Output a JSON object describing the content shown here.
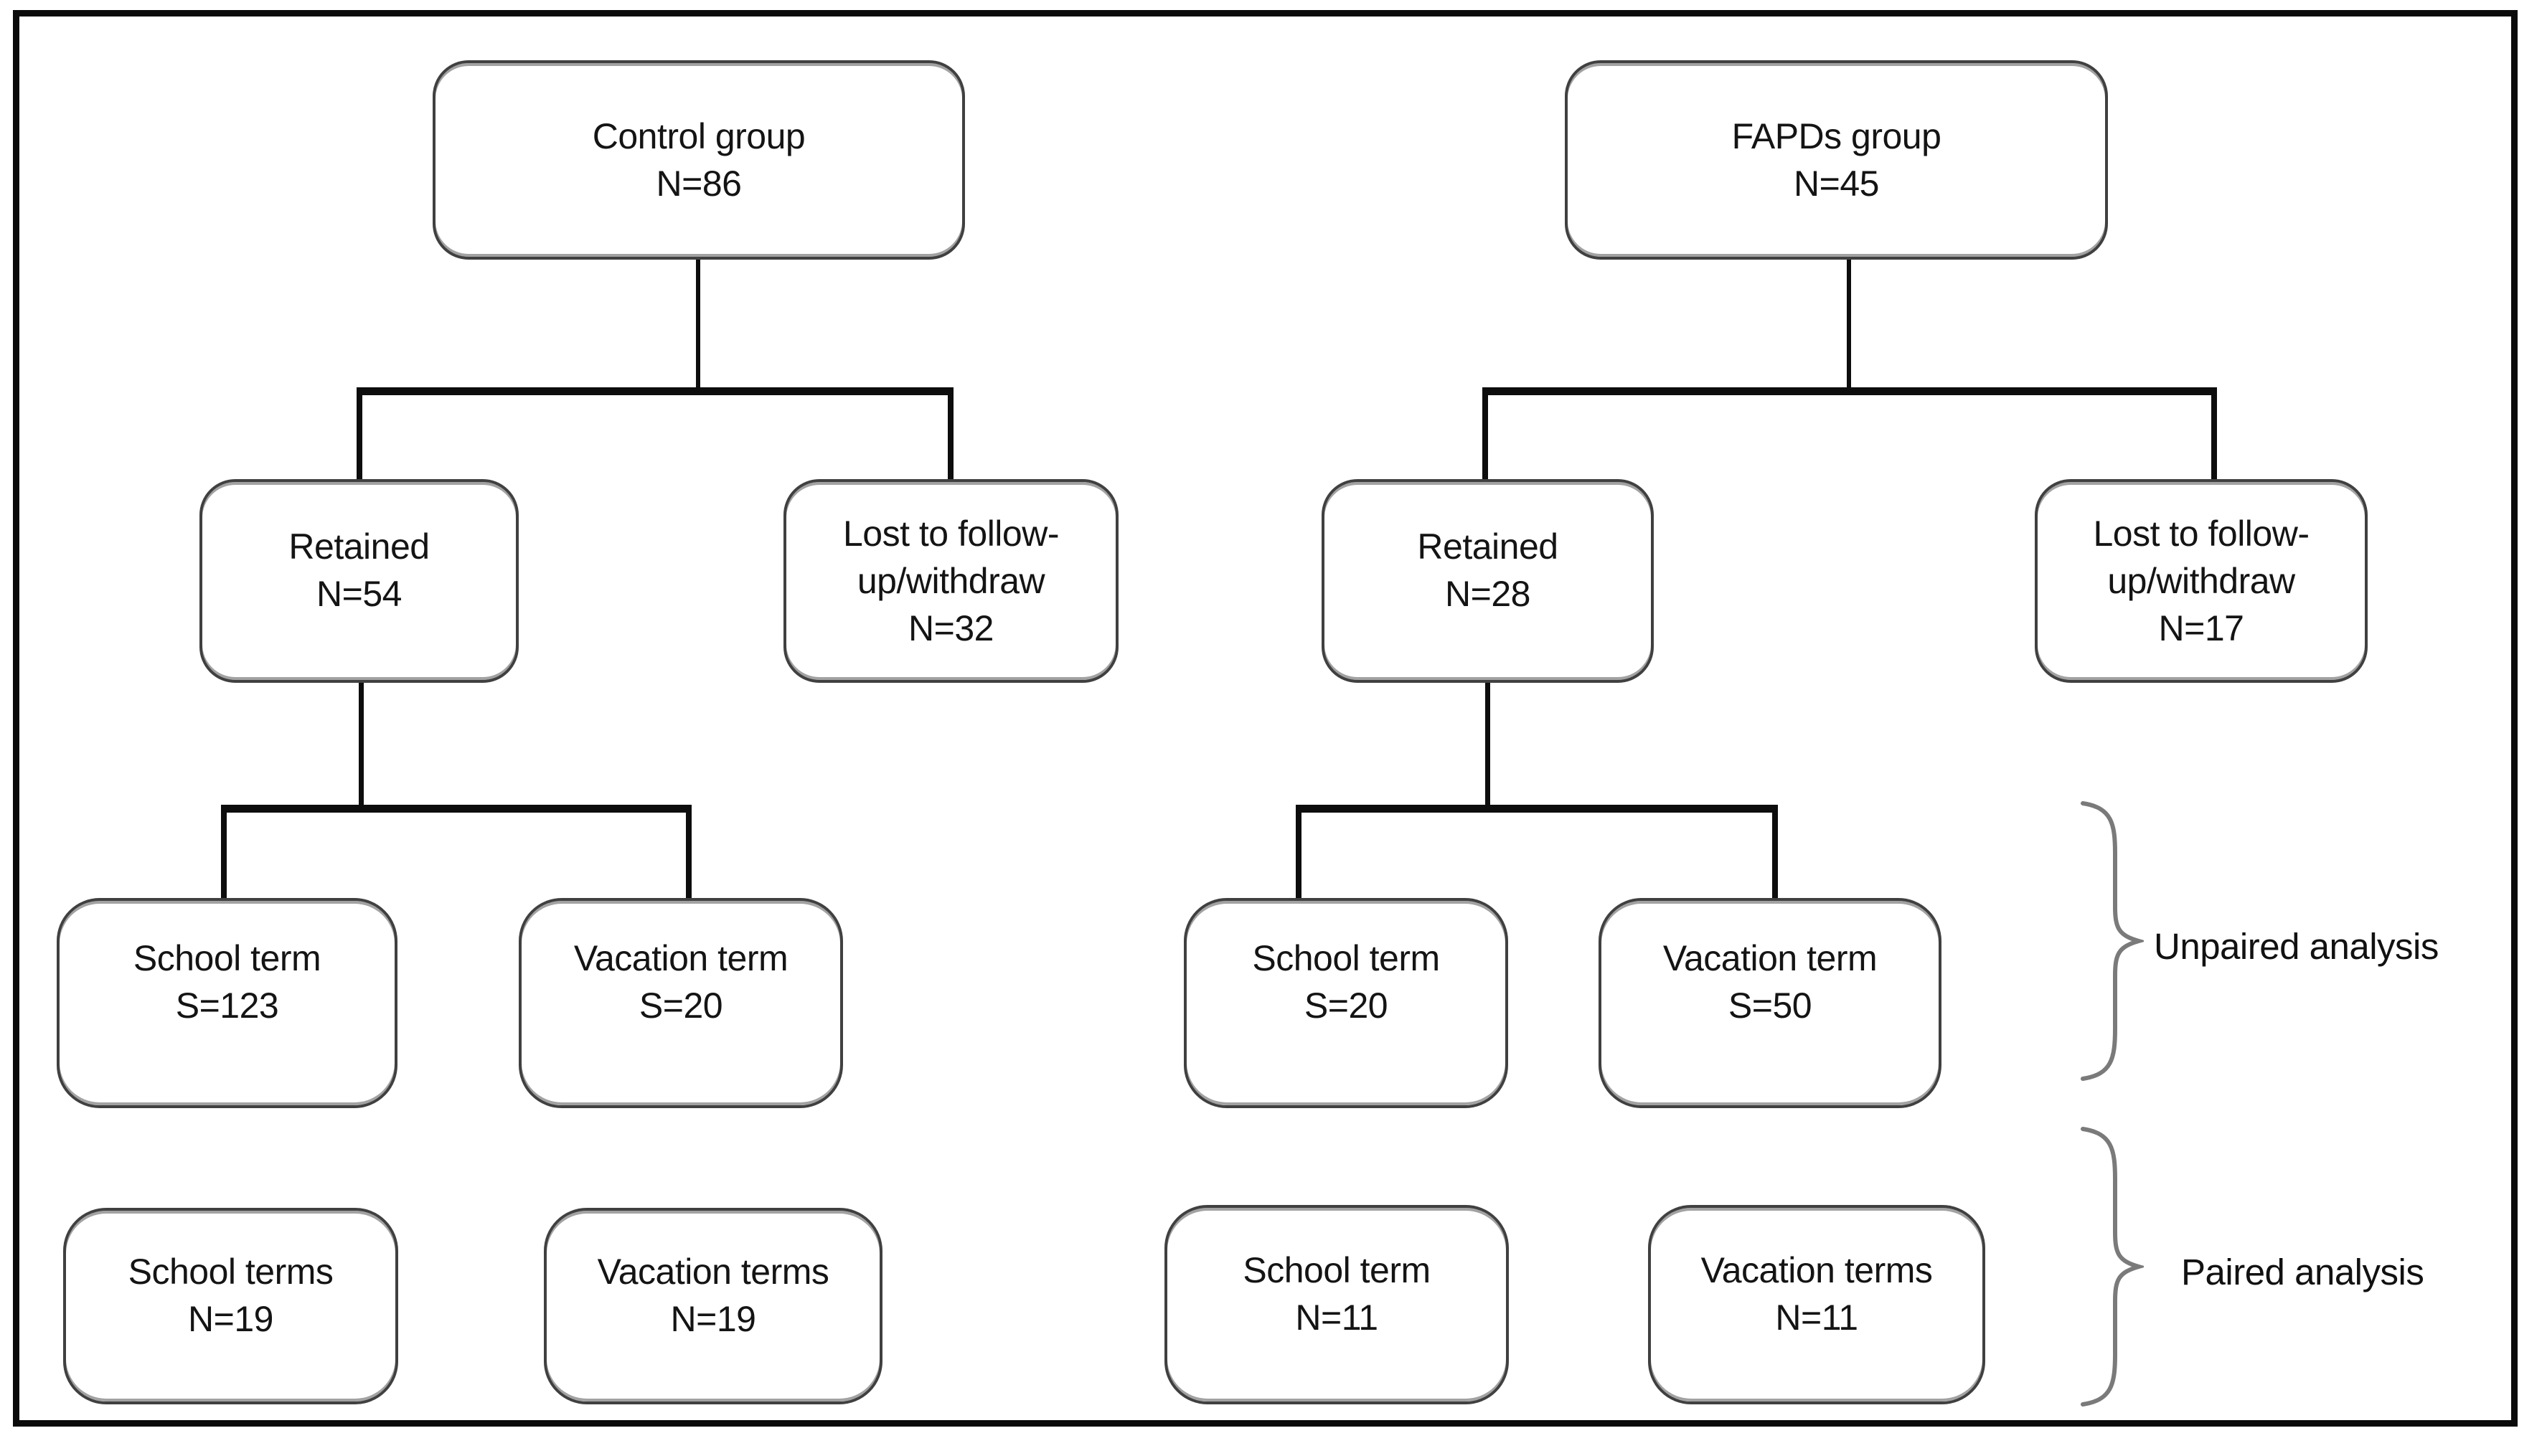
{
  "figure": {
    "kind": "participant flow diagram",
    "background_color": "#ffffff",
    "line_color": "#0d0d0d",
    "box_border_color": "#404040",
    "brace_color": "#7a7a7a"
  },
  "control_tree": {
    "root": {
      "label": "Control group",
      "count": "N=86"
    },
    "retained": {
      "label": "Retained",
      "count": "N=54"
    },
    "lost": {
      "label": "Lost to follow-up/withdraw",
      "count": "N=32"
    },
    "school_term": {
      "label": "School term",
      "count": "S=123"
    },
    "vacation_term": {
      "label": "Vacation term",
      "count": "S=20"
    },
    "school_paired": {
      "label": "School terms",
      "count": "N=19"
    },
    "vacation_paired": {
      "label": "Vacation terms",
      "count": "N=19"
    }
  },
  "fapds_tree": {
    "root": {
      "label": "FAPDs group",
      "count": "N=45"
    },
    "retained": {
      "label": "Retained",
      "count": "N=28"
    },
    "lost": {
      "label": "Lost to follow-up/withdraw",
      "count": "N=17"
    },
    "school_term": {
      "label": "School term",
      "count": "S=20"
    },
    "vacation_term": {
      "label": "Vacation term",
      "count": "S=50"
    },
    "school_paired": {
      "label": "School term",
      "count": "N=11"
    },
    "vacation_paired": {
      "label": "Vacation terms",
      "count": "N=11"
    }
  },
  "annotations": {
    "unpaired": "Unpaired analysis",
    "paired": "Paired analysis"
  }
}
